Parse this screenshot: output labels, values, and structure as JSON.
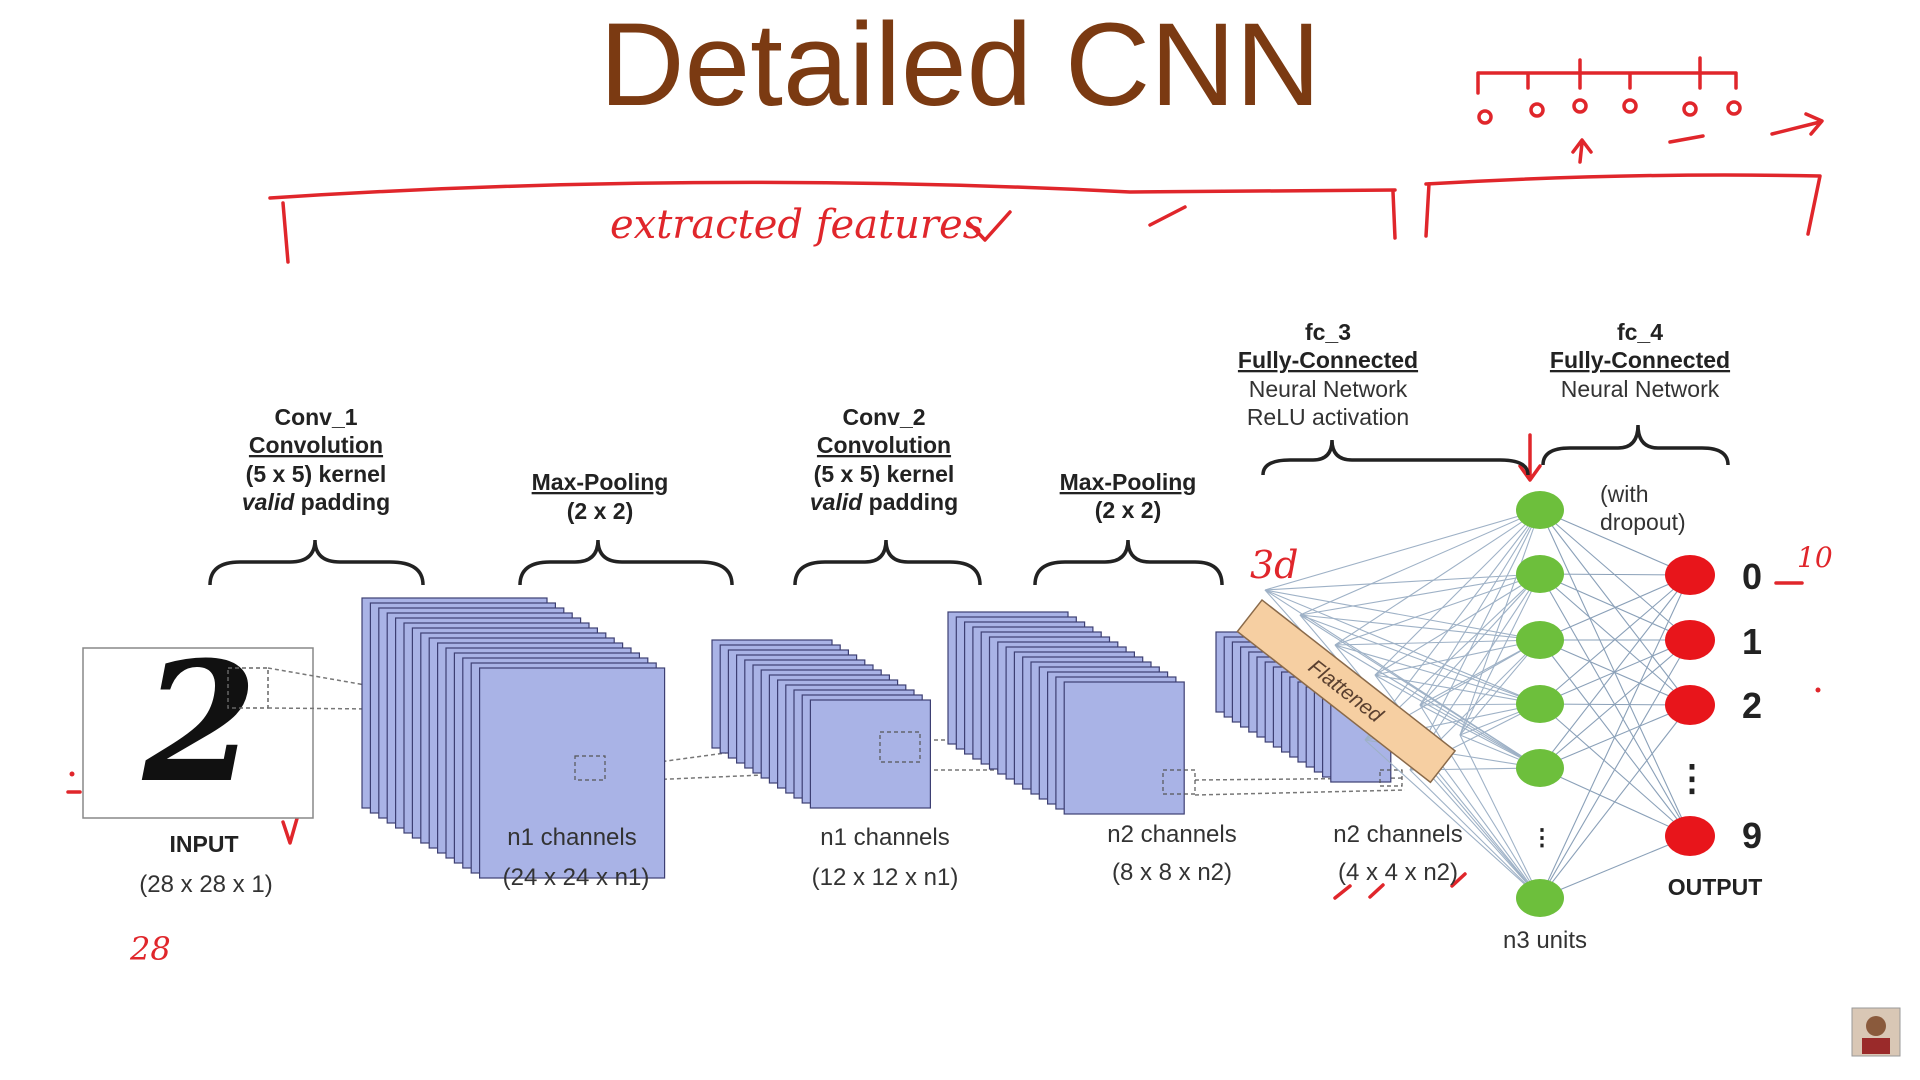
{
  "title": "Detailed CNN",
  "annotations": {
    "features": "extracted features",
    "note_3d": "3d",
    "note_10": "10",
    "note_28": "28"
  },
  "input": {
    "digit": "2",
    "label": "INPUT",
    "dims": "(28 x 28 x 1)"
  },
  "conv1": {
    "name": "Conv_1",
    "type": "Convolution",
    "kernel": "(5 x 5) kernel",
    "padding_word": "valid",
    "padding_rest": " padding"
  },
  "pool1": {
    "name": "Max-Pooling",
    "size": "(2 x 2)"
  },
  "conv2": {
    "name": "Conv_2",
    "type": "Convolution",
    "kernel": "(5 x 5) kernel",
    "padding_word": "valid",
    "padding_rest": " padding"
  },
  "pool2": {
    "name": "Max-Pooling",
    "size": "(2 x 2)"
  },
  "fc3": {
    "name": "fc_3",
    "type": "Fully-Connected",
    "desc": "Neural Network",
    "activation": "ReLU activation",
    "units_label": "n3 units"
  },
  "fc4": {
    "name": "fc_4",
    "type": "Fully-Connected",
    "desc": "Neural Network",
    "dropout1": "(with",
    "dropout2": "dropout)"
  },
  "flattened_label": "Flattened",
  "stacks": [
    {
      "channels": "n1 channels",
      "dims": "(24 x 24 x n1)"
    },
    {
      "channels": "n1 channels",
      "dims": "(12 x 12 x n1)"
    },
    {
      "channels": "n2 channels",
      "dims": "(8 x 8 x n2)"
    },
    {
      "channels": "n2 channels",
      "dims": "(4 x 4 x n2)"
    }
  ],
  "output": {
    "label": "OUTPUT",
    "classes": [
      "0",
      "1",
      "2",
      "9"
    ],
    "ellipsis": "⋮"
  },
  "colors": {
    "title": "#7b3a12",
    "slice_fill": "#a9b3e6",
    "slice_stroke": "#3d3f73",
    "hidden_node": "#6dbf3c",
    "output_node": "#e8151b",
    "flatten_fill": "#f6cfa2",
    "ink": "#e0262b"
  }
}
